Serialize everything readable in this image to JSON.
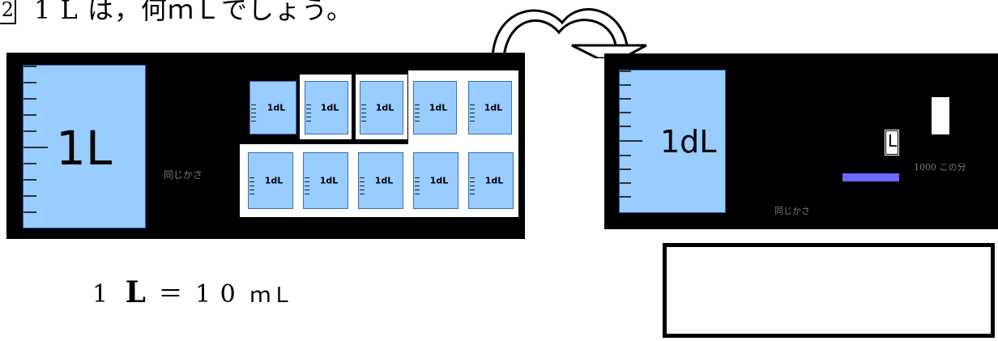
{
  "question": {
    "number": "2",
    "text": "1 L は，何ｍＬでしょう。"
  },
  "left_panel": {
    "big_tank_label": "1L",
    "caption": "同じかさ",
    "cups_top": [
      "1dL",
      "1dL",
      "1dL",
      "1dL",
      "1dL"
    ],
    "cups_bottom": [
      "1dL",
      "1dL",
      "1dL",
      "1dL",
      "1dL"
    ]
  },
  "right_panel": {
    "tank_label": "1dL",
    "caption": "同じかさ",
    "small_label": "L",
    "fraction_text": "1000 この分",
    "accent_bar_color": "#6a6aff"
  },
  "equation": {
    "left_number": "1",
    "left_unit": "L",
    "operator": "＝",
    "right_value": "1 0",
    "right_unit": "ｍＬ"
  },
  "colors": {
    "panel_background": "#000000",
    "water": "#99ccff"
  }
}
